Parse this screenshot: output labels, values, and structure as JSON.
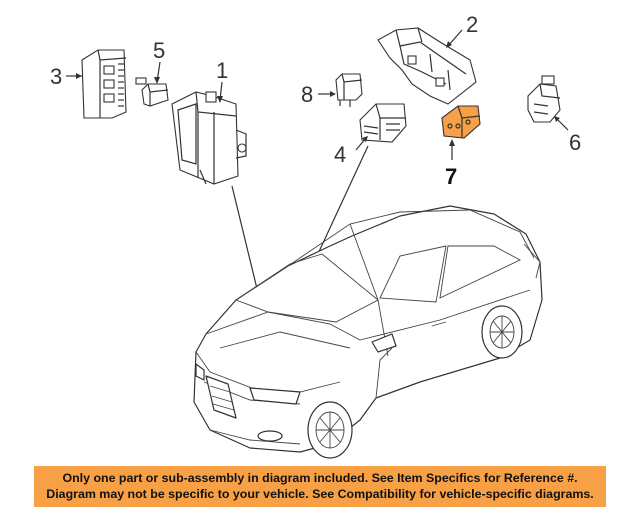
{
  "callouts": [
    {
      "id": "1",
      "label": "1"
    },
    {
      "id": "2",
      "label": "2"
    },
    {
      "id": "3",
      "label": "3"
    },
    {
      "id": "4",
      "label": "4"
    },
    {
      "id": "5",
      "label": "5"
    },
    {
      "id": "6",
      "label": "6"
    },
    {
      "id": "7",
      "label": "7"
    },
    {
      "id": "8",
      "label": "8"
    }
  ],
  "highlight_part": "7",
  "colors": {
    "highlight": "#f7a046",
    "notice_background": "#f7a046",
    "line": "#333333"
  },
  "notice": {
    "line1": "Only one part or sub-assembly in diagram included. See Item Specifics for Reference #.",
    "line2": "Diagram may not be specific to your vehicle. See Compatibility for vehicle-specific diagrams."
  }
}
